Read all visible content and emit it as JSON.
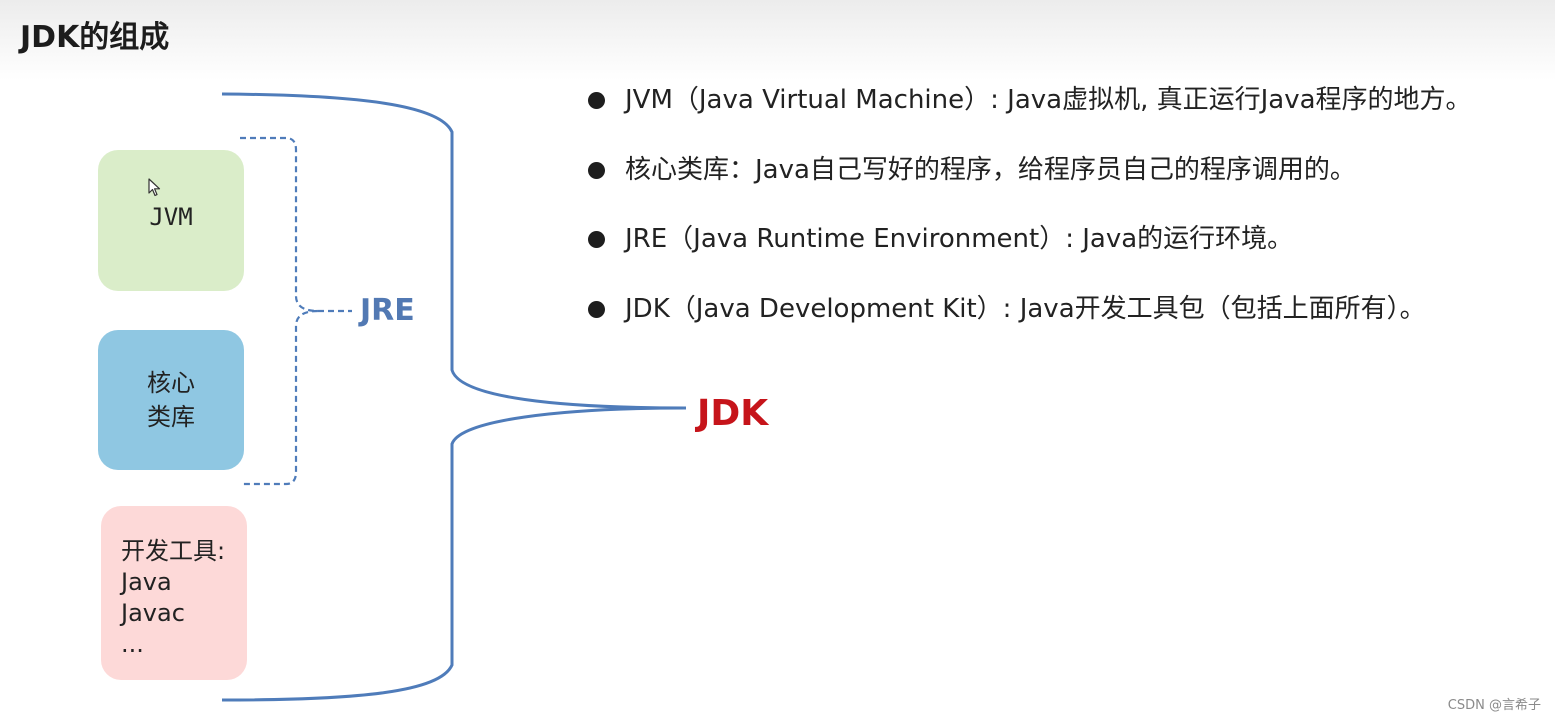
{
  "page": {
    "title": "JDK的组成",
    "credit": "CSDN @言希子"
  },
  "diagram": {
    "components": [
      {
        "label": "JVM",
        "color": "#daedc9"
      },
      {
        "label": "核心\n类库",
        "color": "#8fc7e2"
      },
      {
        "label": "开发工具:\nJava\nJavac\n...",
        "color": "#fdd9d8"
      }
    ],
    "jre_label": "JRE",
    "jdk_label": "JDK",
    "colors": {
      "jre_text": "#5279b3",
      "jdk_text": "#c6141a",
      "bracket": "#4f7cba"
    }
  },
  "bullets": [
    "JVM（Java Virtual Machine）: Java虚拟机, 真正运行Java程序的地方。",
    "核心类库：Java自己写好的程序，给程序员自己的程序调用的。",
    "JRE（Java Runtime Environment）: Java的运行环境。",
    "JDK（Java Development Kit）: Java开发工具包（包括上面所有）。"
  ],
  "icons": {
    "cursor": "mouse-pointer-icon",
    "bullet": "filled-circle"
  }
}
